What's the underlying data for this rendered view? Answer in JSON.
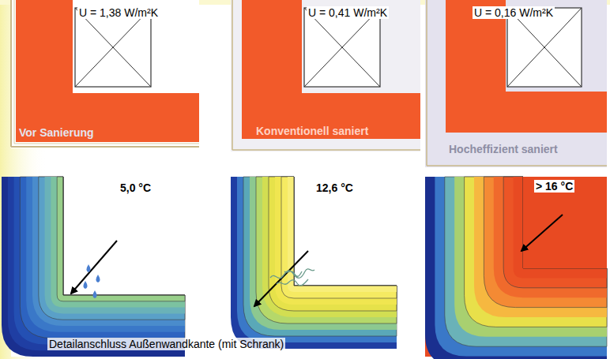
{
  "diagram": {
    "labels": [
      "U = 1,38 W/m²K",
      "U = 0,41 W/m²K",
      "U = 0,16 W/m²K",
      "Vor Sanierung",
      "Konventionell saniert",
      "Hocheffizient saniert",
      "5,0 °C",
      "12,6 °C",
      "> 16 °C",
      "Detailanschluss Außenwandkante (mit Schrank)"
    ]
  }
}
